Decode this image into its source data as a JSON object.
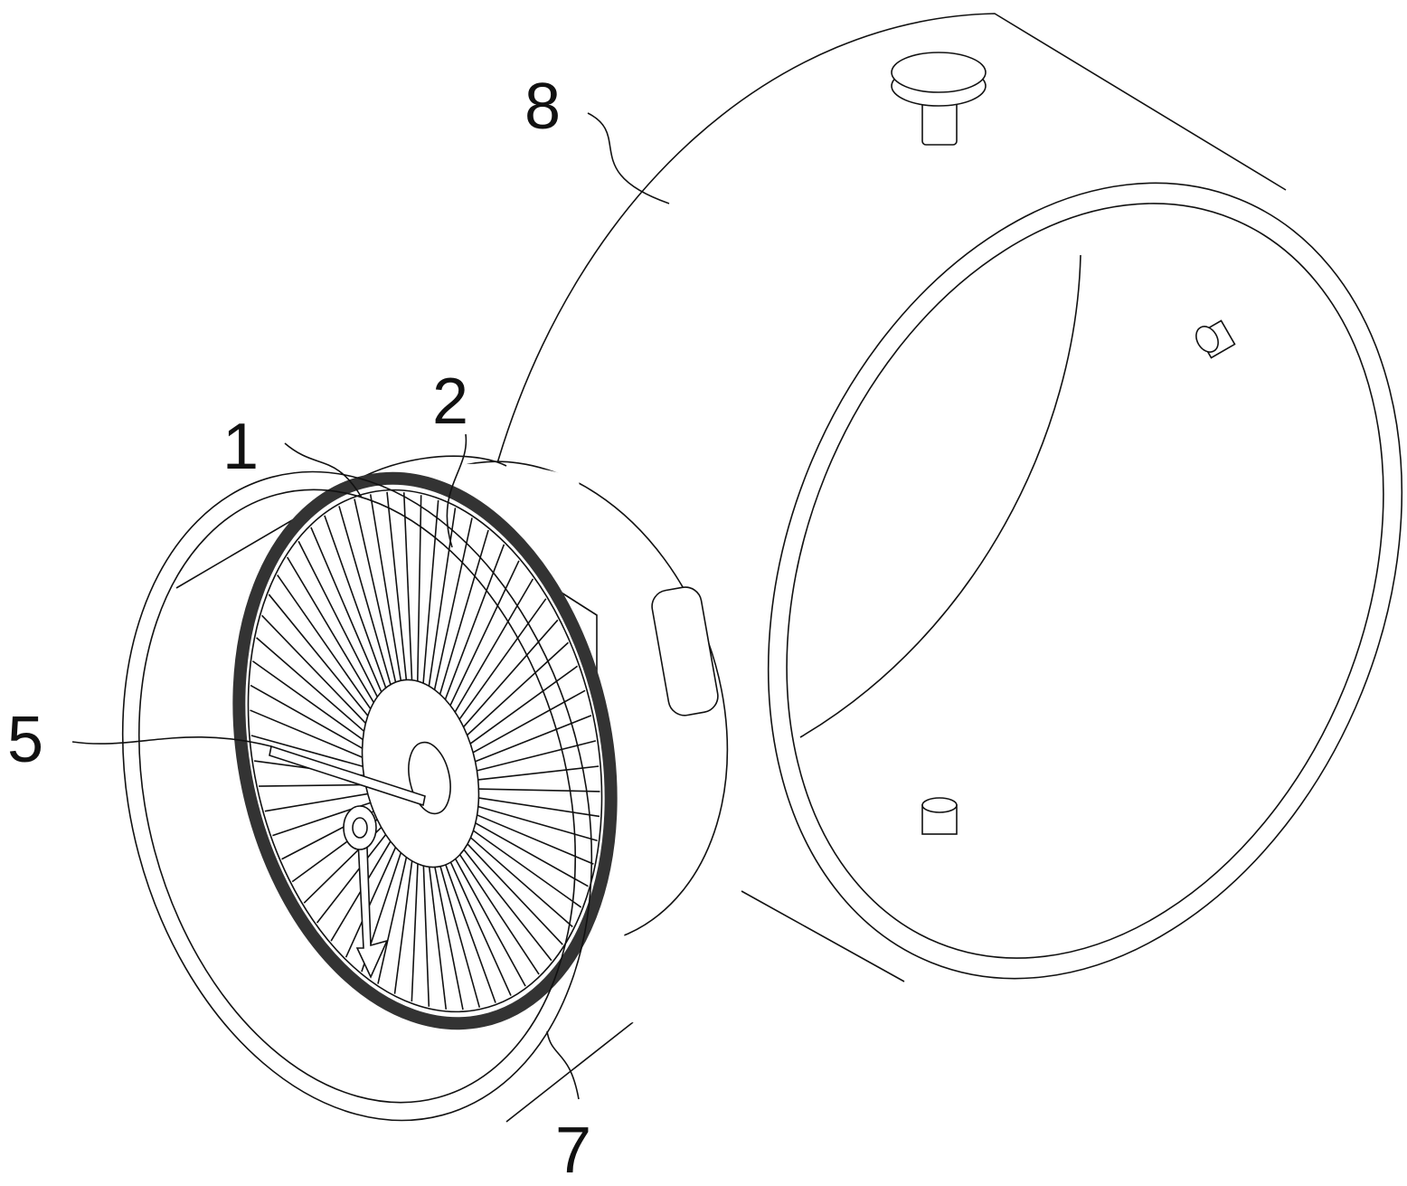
{
  "figure": {
    "labels": {
      "housing": "8",
      "block": "2",
      "cylinder": "1",
      "pointer": "5",
      "brush_ring": "7"
    },
    "line_color": "#111111",
    "background": "#ffffff"
  }
}
